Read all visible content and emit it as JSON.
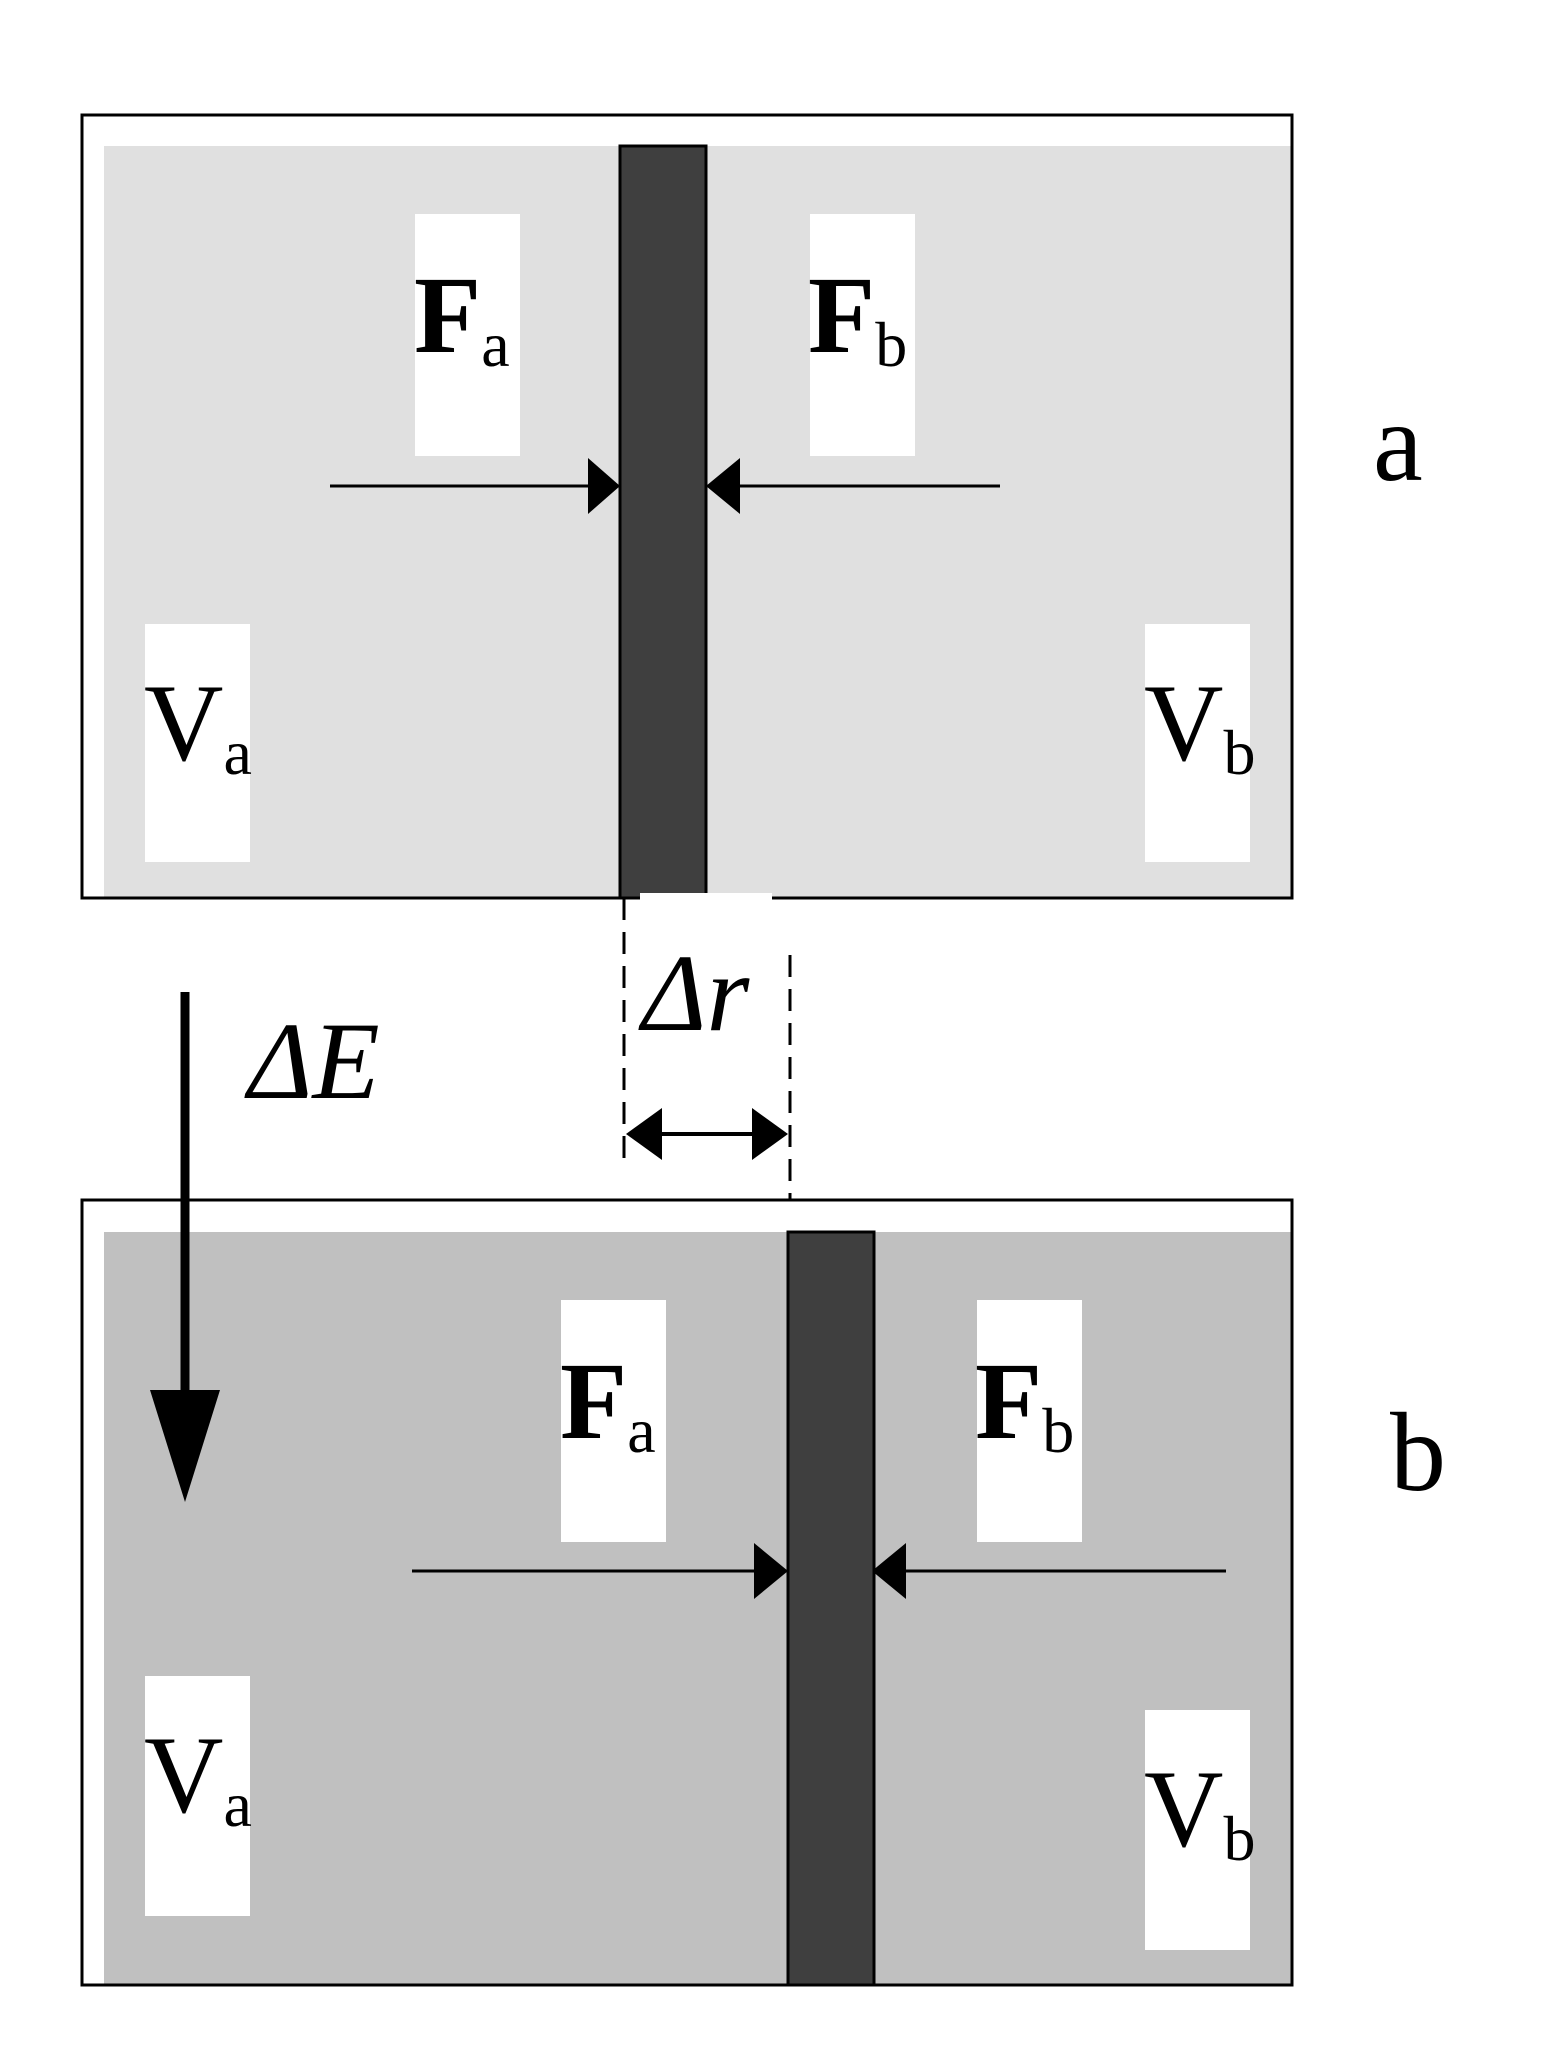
{
  "panel_a": {
    "tag": "a",
    "force_left": {
      "main": "F",
      "sub": "a"
    },
    "force_right": {
      "main": "F",
      "sub": "b"
    },
    "volume_left": {
      "main": "V",
      "sub": "a"
    },
    "volume_right": {
      "main": "V",
      "sub": "b"
    },
    "fill_color": "#e0e0e0"
  },
  "panel_b": {
    "tag": "b",
    "force_left": {
      "main": "F",
      "sub": "a"
    },
    "force_right": {
      "main": "F",
      "sub": "b"
    },
    "volume_left": {
      "main": "V",
      "sub": "a"
    },
    "volume_right": {
      "main": "V",
      "sub": "b"
    },
    "fill_color": "#c0c0c0"
  },
  "displacement_label": "Δr",
  "energy_label": "ΔE",
  "piston_color": "#3f3f3f"
}
